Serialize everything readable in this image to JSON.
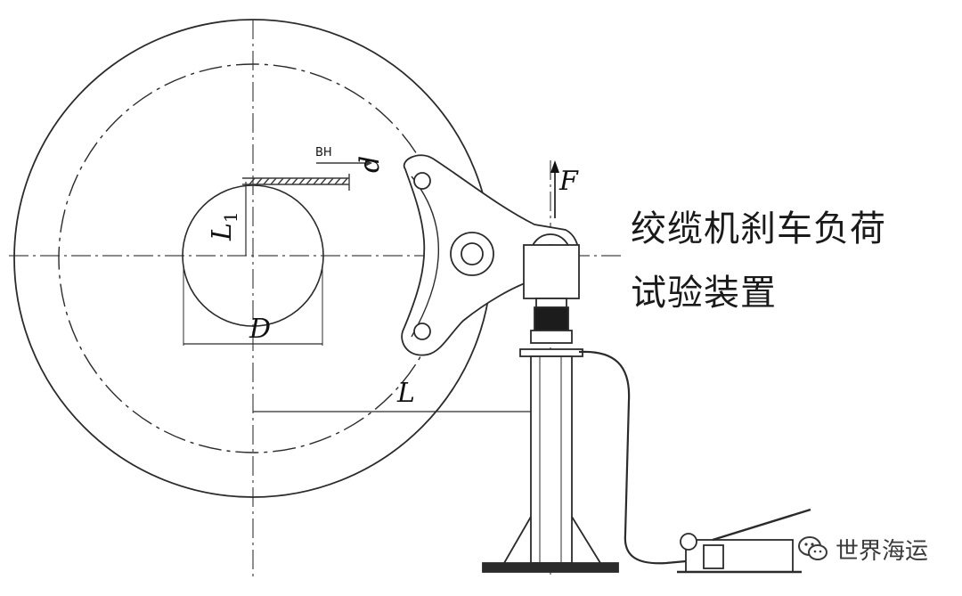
{
  "diagram": {
    "title_lines": [
      "绞缆机刹车负荷",
      "试验装置"
    ],
    "labels": {
      "L1_main": "L",
      "L1_sub": "1",
      "d": "d",
      "D": "D",
      "L": "L",
      "F": "F",
      "small_mark": "BH"
    }
  },
  "watermark": {
    "icon": "wechat-icon",
    "text": "世界海运"
  },
  "colors": {
    "line": "#2b2b2b",
    "hatch": "#3a3a3a",
    "text": "#1a1a1a"
  }
}
